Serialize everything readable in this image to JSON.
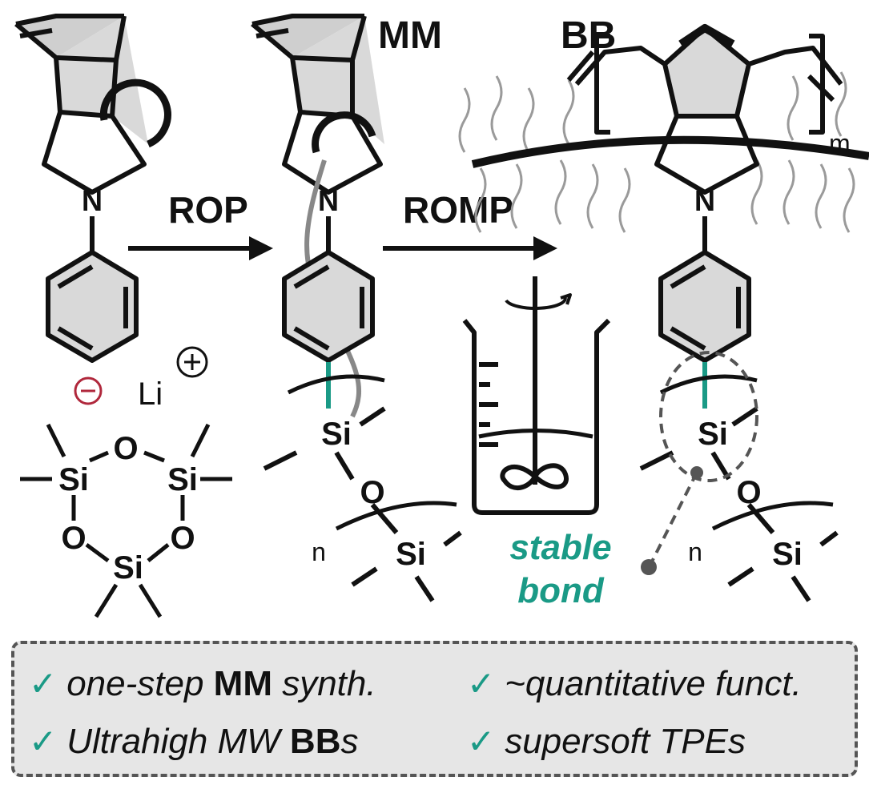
{
  "labels": {
    "mm": "MM",
    "bb": "BB",
    "rop": "ROP",
    "romp": "ROMP",
    "n1": "N",
    "n2": "N",
    "n3": "N",
    "li": "Li",
    "plus": "+",
    "minus": "−",
    "si": "Si",
    "o": "O",
    "n_rep": "n",
    "m_rep": "m",
    "stable": "stable",
    "bond": "bond"
  },
  "features": [
    {
      "pre": "one-step ",
      "bold": "MM",
      "post": " synth."
    },
    {
      "pre": "~quantitative funct.",
      "bold": "",
      "post": ""
    },
    {
      "pre": "Ultrahigh MW ",
      "bold": "BB",
      "post": "s"
    },
    {
      "pre": "supersoft TPEs",
      "bold": "",
      "post": ""
    }
  ],
  "check_mark": "✓",
  "colors": {
    "accent": "#1a9a86",
    "anion": "#b0283c",
    "ink": "#111111",
    "box": "#e6e6e6"
  }
}
